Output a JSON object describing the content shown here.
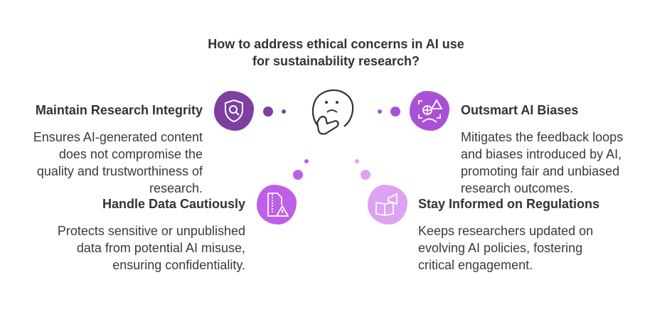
{
  "title": "How to address ethical concerns in AI use for sustainability research?",
  "items": [
    {
      "heading": "Maintain Research Integrity",
      "desc": "Ensures AI-generated content does not compromise the quality and trustworthiness of research.",
      "icon": "shield-search-icon",
      "color": "#7d3fa0"
    },
    {
      "heading": "Outsmart AI Biases",
      "desc": "Mitigates the feedback loops and biases introduced by AI, promoting fair and unbiased research outcomes.",
      "icon": "bias-warning-icon",
      "color": "#a951d6"
    },
    {
      "heading": "Handle Data Cautiously",
      "desc": "Protects sensitive or unpublished data from potential AI misuse, ensuring confidentiality.",
      "icon": "zip-file-warning-icon",
      "color": "#bf5ee8"
    },
    {
      "heading": "Stay Informed on Regulations",
      "desc": "Keeps researchers updated on evolving AI policies, fostering critical engagement.",
      "icon": "book-megaphone-icon",
      "color": "#dea2f2"
    }
  ]
}
